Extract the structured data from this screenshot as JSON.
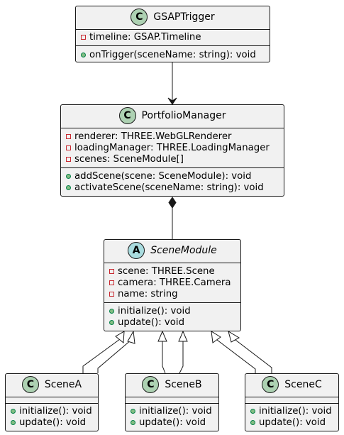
{
  "diagram": {
    "classes": {
      "gsap": {
        "name": "GSAPTrigger",
        "stereotype": "C",
        "fields": [
          {
            "vis": "private",
            "text": "timeline: GSAP.Timeline"
          }
        ],
        "methods": [
          {
            "vis": "public",
            "text": "onTrigger(sceneName: string): void"
          }
        ]
      },
      "portfolio": {
        "name": "PortfolioManager",
        "stereotype": "C",
        "fields": [
          {
            "vis": "private",
            "text": "renderer: THREE.WebGLRenderer"
          },
          {
            "vis": "private",
            "text": "loadingManager: THREE.LoadingManager"
          },
          {
            "vis": "private",
            "text": "scenes: SceneModule[]"
          }
        ],
        "methods": [
          {
            "vis": "public",
            "text": "addScene(scene: SceneModule): void"
          },
          {
            "vis": "public",
            "text": "activateScene(sceneName: string): void"
          }
        ]
      },
      "module": {
        "name": "SceneModule",
        "stereotype": "A",
        "abstract": true,
        "fields": [
          {
            "vis": "private",
            "text": "scene: THREE.Scene"
          },
          {
            "vis": "private",
            "text": "camera: THREE.Camera"
          },
          {
            "vis": "private",
            "text": "name: string"
          }
        ],
        "methods": [
          {
            "vis": "public",
            "text": "initialize(): void"
          },
          {
            "vis": "public",
            "text": "update(): void"
          }
        ]
      },
      "sceneA": {
        "name": "SceneA",
        "stereotype": "C",
        "fields": [],
        "methods": [
          {
            "vis": "public",
            "text": "initialize(): void"
          },
          {
            "vis": "public",
            "text": "update(): void"
          }
        ]
      },
      "sceneB": {
        "name": "SceneB",
        "stereotype": "C",
        "fields": [],
        "methods": [
          {
            "vis": "public",
            "text": "initialize(): void"
          },
          {
            "vis": "public",
            "text": "update(): void"
          }
        ]
      },
      "sceneC": {
        "name": "SceneC",
        "stereotype": "C",
        "fields": [],
        "methods": [
          {
            "vis": "public",
            "text": "initialize(): void"
          },
          {
            "vis": "public",
            "text": "update(): void"
          }
        ]
      }
    },
    "relations": [
      {
        "from": "gsap",
        "to": "portfolio",
        "kind": "dependency"
      },
      {
        "from": "module",
        "to": "portfolio",
        "kind": "composition"
      },
      {
        "from": "sceneA",
        "to": "module",
        "kind": "inheritance"
      },
      {
        "from": "sceneB",
        "to": "module",
        "kind": "inheritance"
      },
      {
        "from": "sceneC",
        "to": "module",
        "kind": "inheritance"
      }
    ]
  }
}
